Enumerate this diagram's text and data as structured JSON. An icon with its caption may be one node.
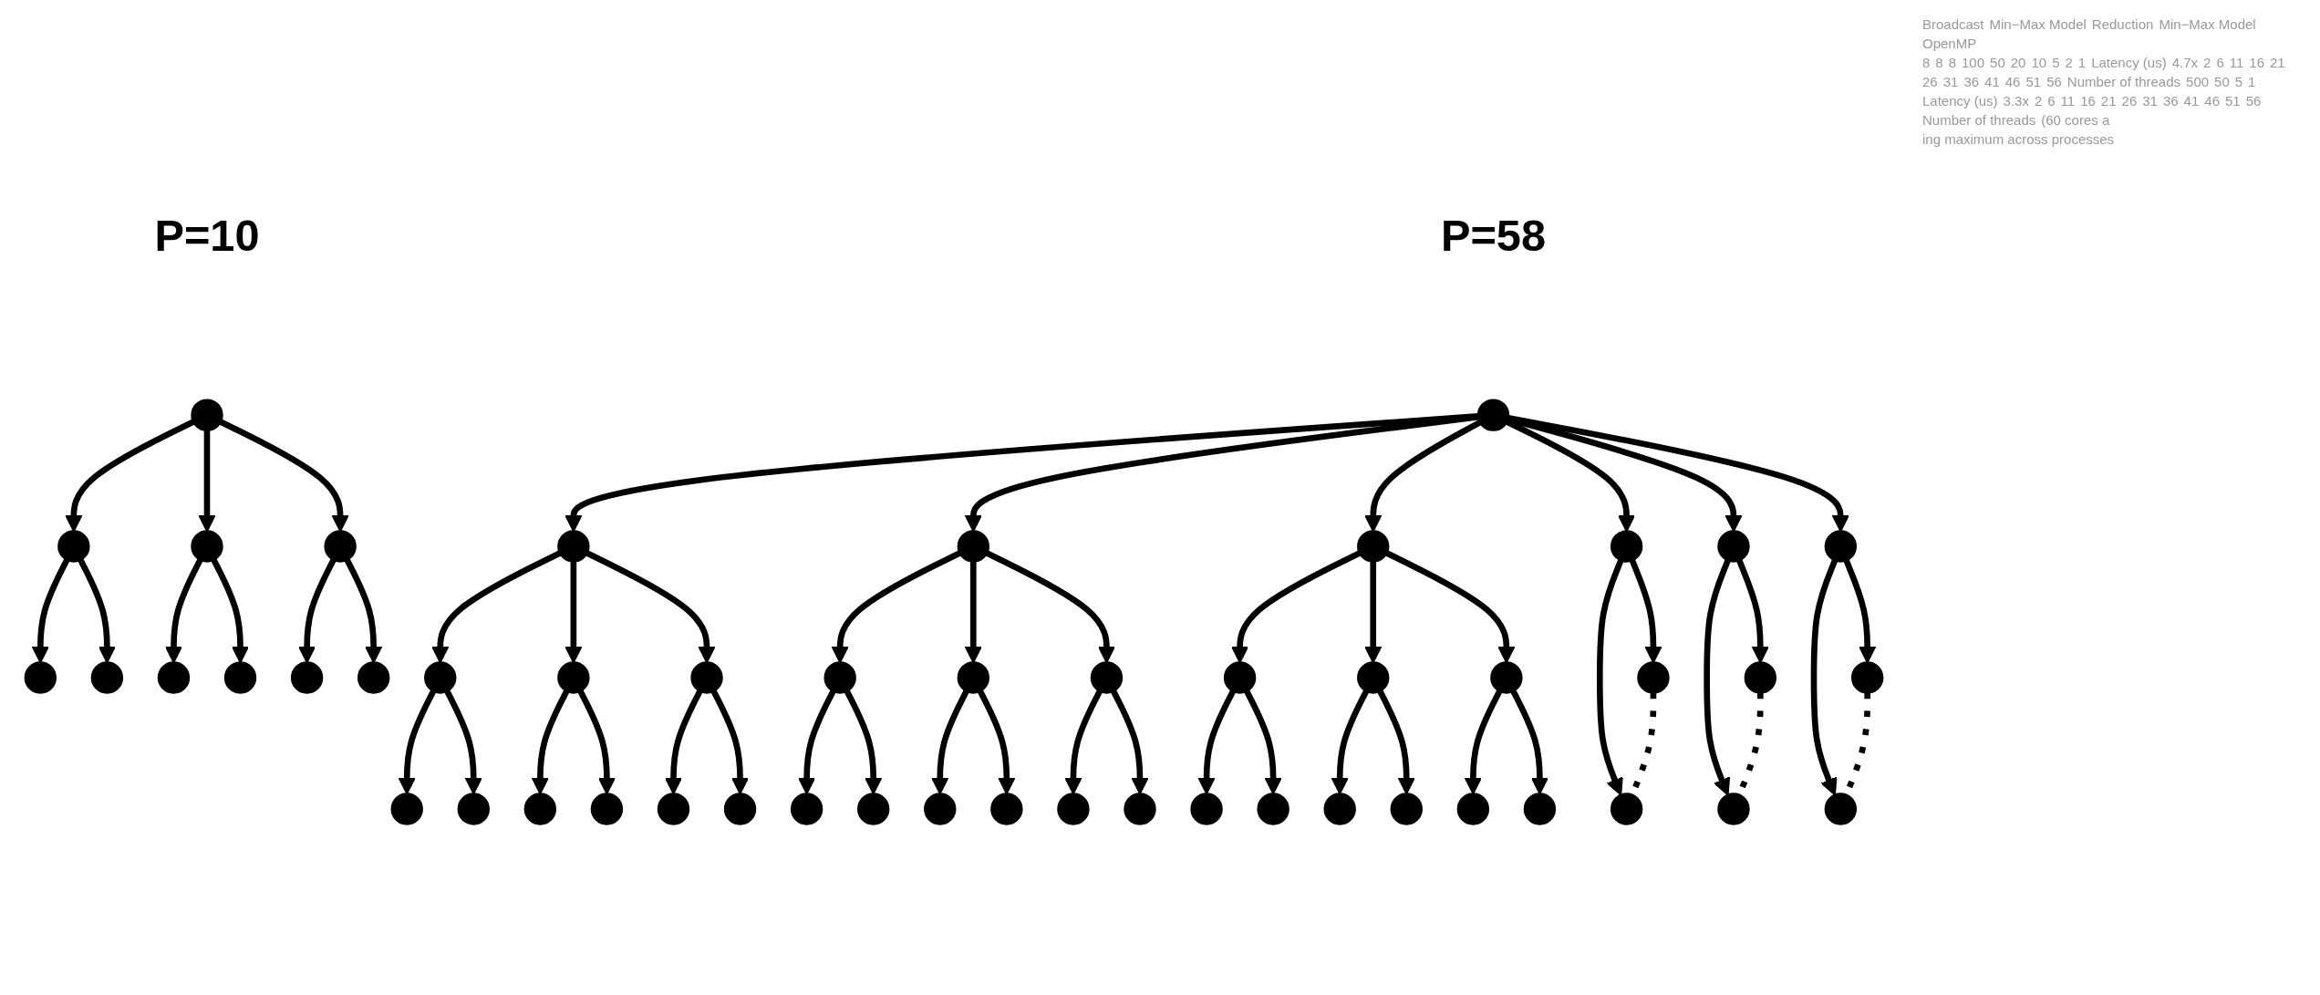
{
  "diagram": {
    "nodes": [
      {
        "text": [],
        "shape": "circle",
        "beside": [
          "P=10"
        ]
      },
      {
        "text": [],
        "shape": "circle"
      },
      {
        "text": [],
        "shape": "circle"
      },
      {
        "text": [],
        "shape": "circle"
      },
      {
        "text": [],
        "shape": "circle"
      },
      {
        "text": [],
        "shape": "circle"
      },
      {
        "text": [],
        "shape": "circle"
      },
      {
        "text": [],
        "shape": "circle"
      },
      {
        "text": [],
        "shape": "circle"
      },
      {
        "text": [],
        "shape": "circle"
      },
      {
        "text": [],
        "shape": "circle",
        "beside": [
          "P=58"
        ]
      },
      {
        "text": [],
        "shape": "circle"
      },
      {
        "text": [],
        "shape": "circle"
      },
      {
        "text": [],
        "shape": "circle"
      },
      {
        "text": [],
        "shape": "circle"
      },
      {
        "text": [],
        "shape": "circle"
      },
      {
        "text": [],
        "shape": "circle"
      },
      {
        "text": [],
        "shape": "circle"
      },
      {
        "text": [],
        "shape": "circle"
      },
      {
        "text": [],
        "shape": "circle"
      },
      {
        "text": [],
        "shape": "circle"
      },
      {
        "text": [],
        "shape": "circle"
      },
      {
        "text": [],
        "shape": "circle"
      },
      {
        "text": [],
        "shape": "circle"
      },
      {
        "text": [],
        "shape": "circle"
      },
      {
        "text": [],
        "shape": "circle"
      },
      {
        "text": [],
        "shape": "circle"
      },
      {
        "text": [],
        "shape": "circle"
      },
      {
        "text": [],
        "shape": "circle"
      },
      {
        "text": [],
        "shape": "circle"
      },
      {
        "text": [],
        "shape": "circle"
      },
      {
        "text": [],
        "shape": "circle"
      },
      {
        "text": [],
        "shape": "circle"
      },
      {
        "text": [],
        "shape": "circle"
      },
      {
        "text": [],
        "shape": "circle"
      },
      {
        "text": [],
        "shape": "circle"
      },
      {
        "text": [],
        "shape": "circle"
      },
      {
        "text": [],
        "shape": "circle"
      },
      {
        "text": [],
        "shape": "circle"
      },
      {
        "text": [],
        "shape": "circle"
      },
      {
        "text": [],
        "shape": "circle"
      },
      {
        "text": [],
        "shape": "circle"
      },
      {
        "text": [],
        "shape": "circle"
      },
      {
        "text": [],
        "shape": "circle"
      },
      {
        "text": [],
        "shape": "circle"
      },
      {
        "text": [],
        "shape": "circle"
      },
      {
        "text": [],
        "shape": "circle"
      },
      {
        "text": [],
        "shape": "circle"
      },
      {
        "text": [],
        "shape": "circle"
      },
      {
        "text": [],
        "shape": "circle"
      }
    ],
    "edges": [
      {
        "from": 0,
        "to": 1,
        "arrow": "to"
      },
      {
        "from": 0,
        "to": 2,
        "arrow": "to"
      },
      {
        "from": 0,
        "to": 3,
        "arrow": "to"
      },
      {
        "from": 1,
        "to": 4,
        "arrow": "to"
      },
      {
        "from": 1,
        "to": 5,
        "arrow": "to"
      },
      {
        "from": 2,
        "to": 6,
        "arrow": "to"
      },
      {
        "from": 2,
        "to": 7,
        "arrow": "to"
      },
      {
        "from": 3,
        "to": 8,
        "arrow": "to"
      },
      {
        "from": 3,
        "to": 9,
        "arrow": "to"
      },
      {
        "from": 10,
        "to": 11,
        "arrow": "to"
      },
      {
        "from": 10,
        "to": 12,
        "arrow": "to"
      },
      {
        "from": 10,
        "to": 13,
        "arrow": "to"
      },
      {
        "from": 10,
        "to": 14,
        "arrow": "to"
      },
      {
        "from": 10,
        "to": 15,
        "arrow": "to"
      },
      {
        "from": 10,
        "to": 16,
        "arrow": "to"
      },
      {
        "from": 11,
        "to": 17,
        "arrow": "to"
      },
      {
        "from": 11,
        "to": 18,
        "arrow": "to"
      },
      {
        "from": 11,
        "to": 19,
        "arrow": "to"
      },
      {
        "from": 12,
        "to": 20,
        "arrow": "to"
      },
      {
        "from": 12,
        "to": 21,
        "arrow": "to"
      },
      {
        "from": 12,
        "to": 22,
        "arrow": "to"
      },
      {
        "from": 13,
        "to": 23,
        "arrow": "to"
      },
      {
        "from": 13,
        "to": 24,
        "arrow": "to"
      },
      {
        "from": 13,
        "to": 25,
        "arrow": "to"
      },
      {
        "from": 14,
        "to": 26,
        "arrow": "to"
      },
      {
        "from": 14,
        "to": 27,
        "arrow": "to"
      },
      {
        "from": 15,
        "to": 28,
        "arrow": "to"
      },
      {
        "from": 15,
        "to": 29,
        "arrow": "to"
      },
      {
        "from": 16,
        "to": 30,
        "arrow": "to"
      },
      {
        "from": 16,
        "to": 31,
        "arrow": "to"
      },
      {
        "from": 26,
        "to": 27,
        "arrow": "none",
        "style": "dashed"
      },
      {
        "from": 28,
        "to": 29,
        "arrow": "none",
        "style": "dashed"
      },
      {
        "from": 30,
        "to": 31,
        "arrow": "none",
        "style": "dashed"
      },
      {
        "from": 17,
        "to": 32,
        "arrow": "to"
      },
      {
        "from": 17,
        "to": 33,
        "arrow": "to"
      },
      {
        "from": 18,
        "to": 34,
        "arrow": "to"
      },
      {
        "from": 18,
        "to": 35,
        "arrow": "to"
      },
      {
        "from": 19,
        "to": 36,
        "arrow": "to"
      },
      {
        "from": 19,
        "to": 37,
        "arrow": "to"
      },
      {
        "from": 20,
        "to": 38,
        "arrow": "to"
      },
      {
        "from": 20,
        "to": 39,
        "arrow": "to"
      },
      {
        "from": 21,
        "to": 40,
        "arrow": "to"
      },
      {
        "from": 21,
        "to": 41,
        "arrow": "to"
      },
      {
        "from": 22,
        "to": 42,
        "arrow": "to"
      },
      {
        "from": 22,
        "to": 43,
        "arrow": "to"
      },
      {
        "from": 23,
        "to": 44,
        "arrow": "to"
      },
      {
        "from": 23,
        "to": 45,
        "arrow": "to"
      },
      {
        "from": 24,
        "to": 46,
        "arrow": "to"
      },
      {
        "from": 24,
        "to": 47,
        "arrow": "to"
      },
      {
        "from": 25,
        "to": 48,
        "arrow": "to"
      },
      {
        "from": 25,
        "to": 49,
        "arrow": "to"
      }
    ],
    "labels": [
      "8",
      "8",
      "8",
      "100",
      "50",
      "20",
      "10",
      "5",
      "2",
      "1",
      "Latency (us)",
      "4.7x",
      "2",
      "6",
      "11",
      "16",
      "21",
      "26",
      "31",
      "36",
      "41",
      "46",
      "51",
      "56",
      "Number of threads",
      "500",
      "50",
      "5",
      "1",
      "Latency (us)",
      "3.3x",
      "2",
      "6",
      "11",
      "16",
      "21",
      "26",
      "31",
      "36",
      "41",
      "46",
      "51",
      "56",
      "Number of threads",
      "(60 cores a",
      "ing maximum across processes"
    ],
    "legend": [
      {
        "text": "Broadcast"
      },
      {
        "text": "Min−Max Model"
      },
      {
        "text": "Reduction"
      },
      {
        "text": "Min−Max Model"
      },
      {
        "text": "OpenMP"
      }
    ]
  }
}
